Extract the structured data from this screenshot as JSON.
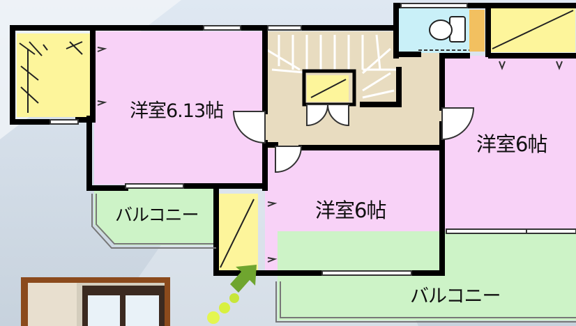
{
  "rooms": {
    "western_a": "洋室6.13帖",
    "western_b": "洋室6帖",
    "western_c": "洋室6帖"
  },
  "balconies": {
    "left": "バルコニー",
    "bottom": "バルコニー"
  },
  "colors": {
    "room_fill": "#f8d2f7",
    "balcony_fill": "#cdf3c7",
    "stairs_fill": "#e8dcc0",
    "closet_fill": "#fdf59b",
    "toilet_fill": "#c9f0f8",
    "wall": "#000000",
    "arrow": "#7fb43a",
    "photo_frame": "#8b4a1c"
  }
}
